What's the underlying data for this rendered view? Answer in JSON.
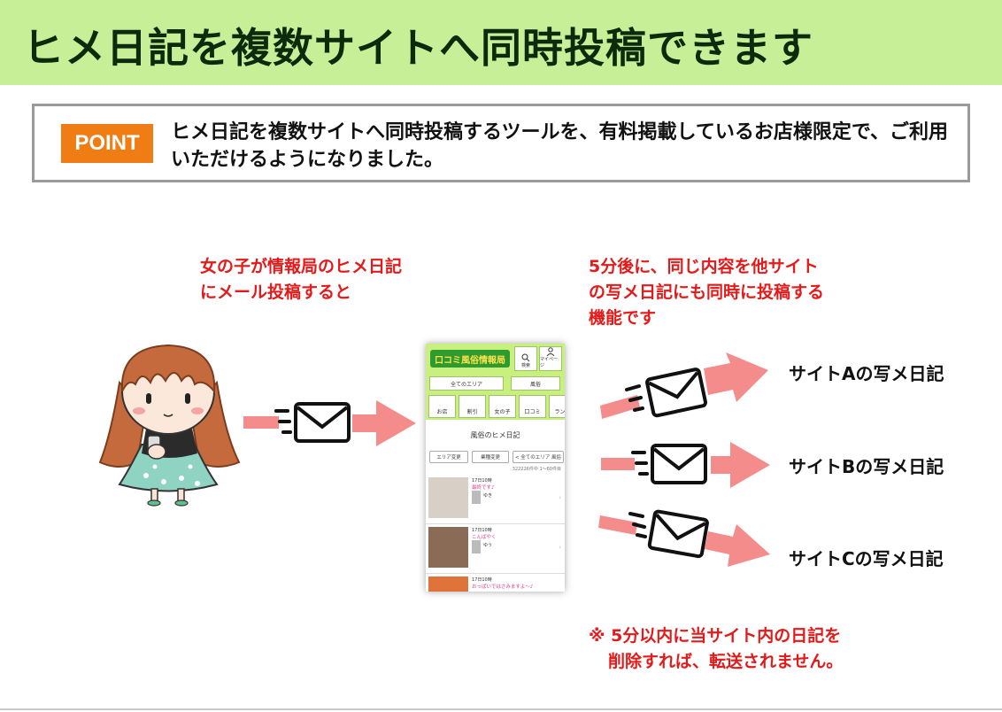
{
  "header": {
    "title": "ヒメ日記を複数サイトへ同時投稿できます"
  },
  "point": {
    "badge": "POINT",
    "text": "ヒメ日記を複数サイトへ同時投稿するツールを、有料掲載しているお店様限定で、ご利用いただけるようになりました。"
  },
  "left_caption": [
    "女の子が情報局のヒメ日記",
    "にメール投稿すると"
  ],
  "right_caption": [
    "5分後に、同じ内容を他サイト",
    "の写メ日記にも同時に投稿する",
    "機能です"
  ],
  "targets": [
    {
      "label": "サイトAの写メ日記"
    },
    {
      "label": "サイトBの写メ日記"
    },
    {
      "label": "サイトCの写メ日記"
    }
  ],
  "note": [
    "※ 5分以内に当サイト内の日記を",
    "削除すれば、転送されません。"
  ],
  "colors": {
    "header_bg": "#c6ef97",
    "badge": "#f07c14",
    "accent_red": "#e41a1a",
    "arrow": "#f58c8c"
  },
  "phone": {
    "logo": "口コミ風俗情報局",
    "search_label": "検索",
    "mypage_label": "マイページ",
    "area_select": "全てのエリア",
    "genre_select": "風俗",
    "tabs": [
      "お店",
      "割引",
      "女の子",
      "口コミ",
      "ランキ"
    ],
    "section_title": "風俗のヒメ日記",
    "filters": [
      "エリア変更",
      "業種変更",
      "< 全てのエリア 風俗"
    ],
    "count_text": "322226件中 1～60件目",
    "items": [
      {
        "date": "17日10時",
        "subject": "最終です♪",
        "name": "ゆき",
        "meta": ""
      },
      {
        "date": "17日10時",
        "subject": "こんばやく",
        "name": "ゆう",
        "meta": ""
      },
      {
        "date": "17日10時",
        "subject": "おっぱいではさみますよ～♪",
        "name": "",
        "meta": ""
      }
    ]
  }
}
